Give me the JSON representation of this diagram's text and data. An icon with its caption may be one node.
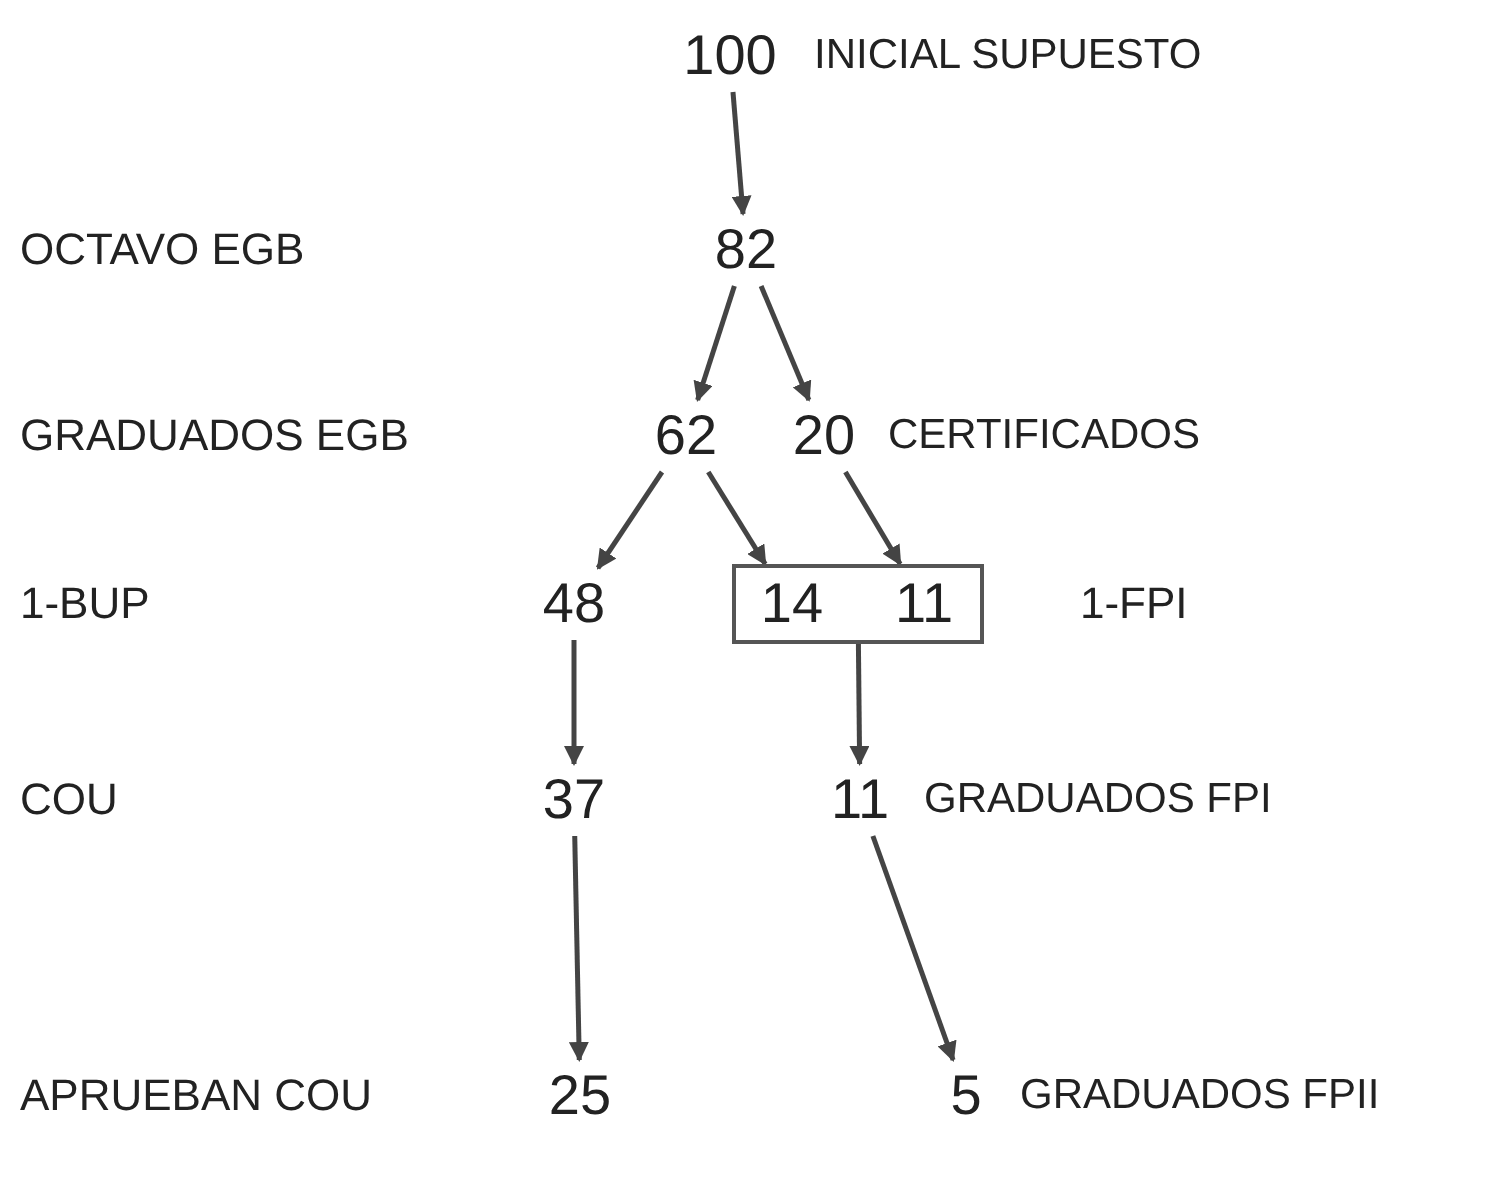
{
  "diagram": {
    "nodes": [
      {
        "text": [
          "100"
        ],
        "beside": [
          "INICIAL SUPUESTO"
        ]
      },
      {
        "text": [
          "82"
        ]
      },
      {
        "text": [
          "62"
        ]
      },
      {
        "text": [
          "20"
        ],
        "beside": [
          "CERTIFICADOS"
        ]
      },
      {
        "text": [
          "48"
        ]
      },
      {
        "text": [],
        "shape": "box"
      },
      {
        "text": [
          "14"
        ],
        "in": 5
      },
      {
        "text": [
          "11"
        ],
        "in": 5
      },
      {
        "text": [
          "37"
        ]
      },
      {
        "text": [
          "11"
        ],
        "beside": [
          "GRADUADOS FPI"
        ]
      },
      {
        "text": [
          "25"
        ]
      },
      {
        "text": [
          "5"
        ],
        "beside": [
          "GRADUADOS FPII"
        ]
      }
    ],
    "edges": [
      {
        "from": 0,
        "to": 1,
        "arrow": "to"
      },
      {
        "from": 1,
        "to": 2,
        "arrow": "to"
      },
      {
        "from": 1,
        "to": 3,
        "arrow": "to"
      },
      {
        "from": 2,
        "to": 4,
        "arrow": "to"
      },
      {
        "from": 2,
        "to": 6,
        "arrow": "to"
      },
      {
        "from": 3,
        "to": 7,
        "arrow": "to"
      },
      {
        "from": 4,
        "to": 8,
        "arrow": "to"
      },
      {
        "from": 5,
        "to": 9,
        "arrow": "to"
      },
      {
        "from": 8,
        "to": 10,
        "arrow": "to"
      },
      {
        "from": 9,
        "to": 11,
        "arrow": "to"
      }
    ],
    "labels": [
      "OCTAVO EGB",
      "GRADUADOS EGB",
      "1-BUP",
      "1-FPI",
      "COU",
      "APRUEBAN COU"
    ]
  }
}
